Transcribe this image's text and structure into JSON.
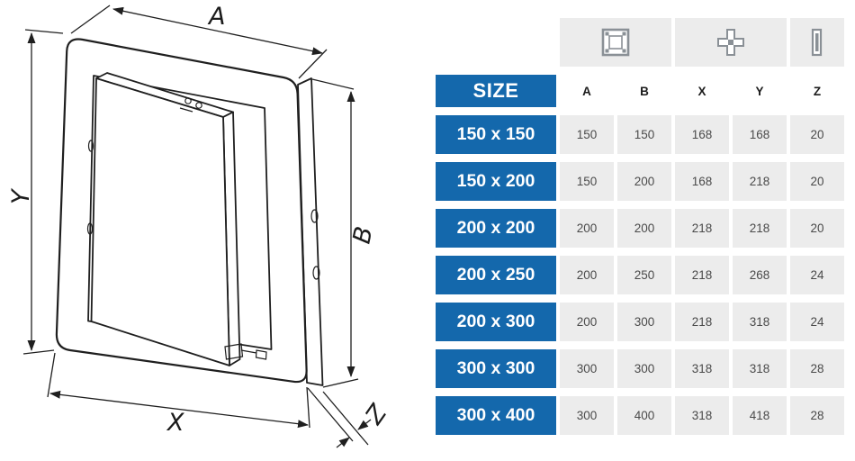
{
  "colors": {
    "accent": "#1468ac",
    "cell_bg": "#ececec"
  },
  "diagram": {
    "labels": {
      "A": "A",
      "B": "B",
      "X": "X",
      "Y": "Y",
      "Z": "Z"
    }
  },
  "table": {
    "size_header": "SIZE",
    "columns": [
      "A",
      "B",
      "X",
      "Y",
      "Z"
    ],
    "icons": [
      "opening-size-icon",
      "outer-size-icon",
      "depth-icon"
    ],
    "rows": [
      {
        "size": "150 x 150",
        "values": [
          "150",
          "150",
          "168",
          "168",
          "20"
        ]
      },
      {
        "size": "150 x 200",
        "values": [
          "150",
          "200",
          "168",
          "218",
          "20"
        ]
      },
      {
        "size": "200 x 200",
        "values": [
          "200",
          "200",
          "218",
          "218",
          "20"
        ]
      },
      {
        "size": "200 x 250",
        "values": [
          "200",
          "250",
          "218",
          "268",
          "24"
        ]
      },
      {
        "size": "200 x 300",
        "values": [
          "200",
          "300",
          "218",
          "318",
          "24"
        ]
      },
      {
        "size": "300 x 300",
        "values": [
          "300",
          "300",
          "318",
          "318",
          "28"
        ]
      },
      {
        "size": "300 x 400",
        "values": [
          "300",
          "400",
          "318",
          "418",
          "28"
        ]
      }
    ]
  }
}
